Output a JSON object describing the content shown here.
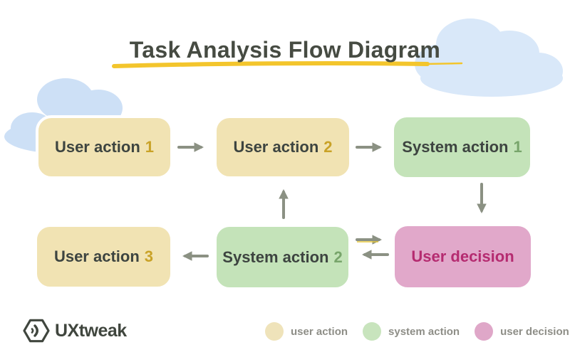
{
  "title": {
    "text": "Task Analysis Flow Diagram"
  },
  "nodes": [
    {
      "id": "ua1",
      "label": "User action",
      "number": "1",
      "type": "user-action"
    },
    {
      "id": "ua2",
      "label": "User action",
      "number": "2",
      "type": "user-action"
    },
    {
      "id": "sa1",
      "label": "System action",
      "number": "1",
      "type": "system-action"
    },
    {
      "id": "ua3",
      "label": "User action",
      "number": "3",
      "type": "user-action"
    },
    {
      "id": "sa2",
      "label": "System action",
      "number": "2",
      "type": "system-action"
    },
    {
      "id": "ud",
      "label": "User decision",
      "number": "",
      "type": "user-decision"
    }
  ],
  "edges": [
    {
      "from": "User action 1",
      "to": "User action 2"
    },
    {
      "from": "User action 2",
      "to": "System action 1"
    },
    {
      "from": "System action 1",
      "to": "User decision"
    },
    {
      "from": "System action 2",
      "to": "User decision"
    },
    {
      "from": "User decision",
      "to": "System action 2"
    },
    {
      "from": "System action 2",
      "to": "User action 2"
    },
    {
      "from": "System action 2",
      "to": "User action 3"
    }
  ],
  "legend": [
    {
      "label": "user action",
      "color": "#efe3ba"
    },
    {
      "label": "system action",
      "color": "#c8e4bd"
    },
    {
      "label": "user decision",
      "color": "#dfa7c8"
    }
  ],
  "logo": {
    "text": "UXtweak"
  },
  "colors": {
    "user_fill": "#f1e3b3",
    "user_number": "#c9a227",
    "system_fill": "#c4e3b9",
    "system_number": "#78a56b",
    "decision_fill": "#e1a8ca",
    "decision_text": "#b52b70",
    "node_text": "#3d4440",
    "arrow": "#8b9183",
    "title_text": "#464b42",
    "title_underline": "#f3c52c",
    "cloud": "#d9e8f9",
    "legend_text": "#8e8e87"
  }
}
